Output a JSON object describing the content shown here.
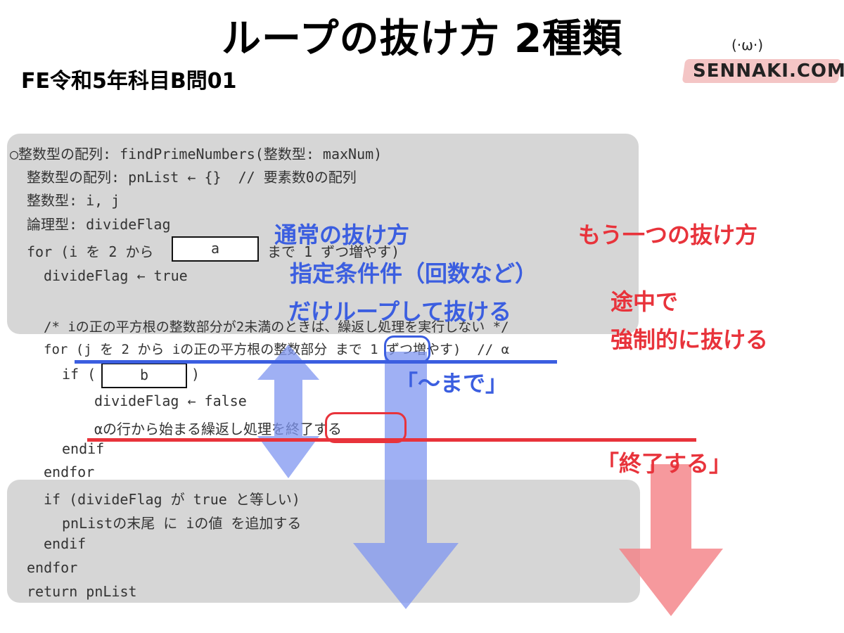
{
  "title": "ループの抜け方 2種類",
  "subtitle": "FE令和5年科目B問01",
  "logo": {
    "face": "(·ω·)",
    "text": "SENNAKI.COM"
  },
  "code": {
    "line1": "○整数型の配列: findPrimeNumbers(整数型: maxNum)",
    "line2": "整数型の配列: pnList ← {}  // 要素数0の配列",
    "line3": "整数型: i, j",
    "line4": "論理型: divideFlag",
    "line5_pre": "for (i を 2 から",
    "blank_a": "a",
    "line5_post": "まで 1 ずつ増やす)",
    "line6": "divideFlag ← true",
    "line7": "/* iの正の平方根の整数部分が2未満のときは、繰返し処理を実行しない */",
    "line8": "for (j を 2 から iの正の平方根の整数部分 まで 1 ずつ増やす)  // α",
    "line9_pre": "if (",
    "blank_b": "b",
    "line9_post": ")",
    "line10": "divideFlag ← false",
    "line11": "αの行から始まる繰返し処理を終了する",
    "line12": "endif",
    "line13": "endfor",
    "line14": "if (divideFlag が true と等しい)",
    "line15": "pnListの末尾 に iの値 を追加する",
    "line16": "endif",
    "line17": "endfor",
    "line18": "return pnList"
  },
  "notes": {
    "normal_title": "通常の抜け方",
    "normal_line1": "指定条件件（回数など）",
    "normal_line2": "だけループして抜ける",
    "made_label": "「〜まで」",
    "other_title": "もう一つの抜け方",
    "other_line1": "途中で",
    "other_line2": "強制的に抜ける",
    "end_label": "「終了する」"
  },
  "colors": {
    "blue": "#3b5ee0",
    "red": "#e8333b",
    "panel": "#d6d6d6",
    "arrow_blue": "#7f96f0",
    "arrow_red": "#f47f85"
  }
}
